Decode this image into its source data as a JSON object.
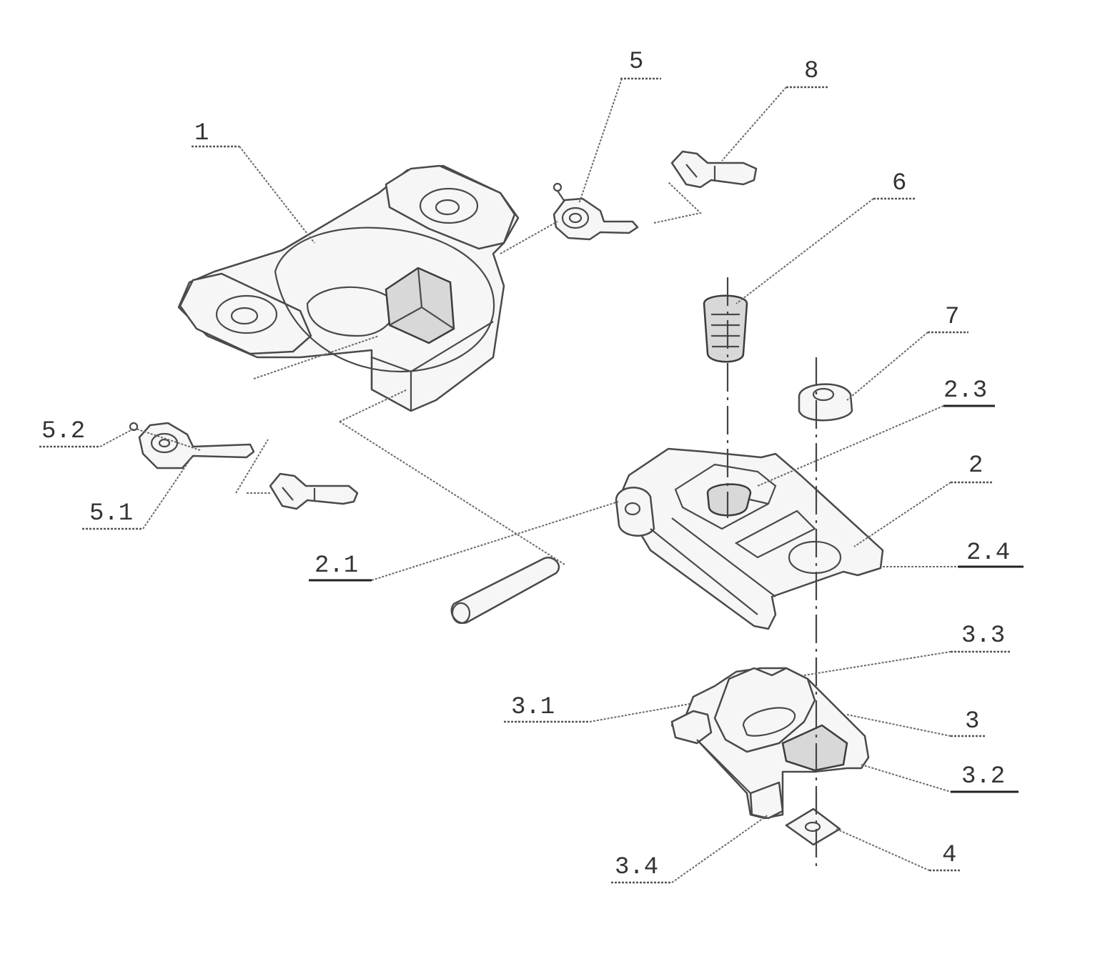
{
  "labels": {
    "l1": "1",
    "l2": "2",
    "l2_1": "2.1",
    "l2_3": "2.3",
    "l2_4": "2.4",
    "l3": "3",
    "l3_1": "3.1",
    "l3_2": "3.2",
    "l3_3": "3.3",
    "l3_4": "3.4",
    "l4": "4",
    "l5": "5",
    "l5_1": "5.1",
    "l5_2": "5.2",
    "l6": "6",
    "l7": "7",
    "l8": "8"
  },
  "colors": {
    "line": "#4a4a4a",
    "fill": "#f6f6f6",
    "shade": "#d8d8d8"
  }
}
